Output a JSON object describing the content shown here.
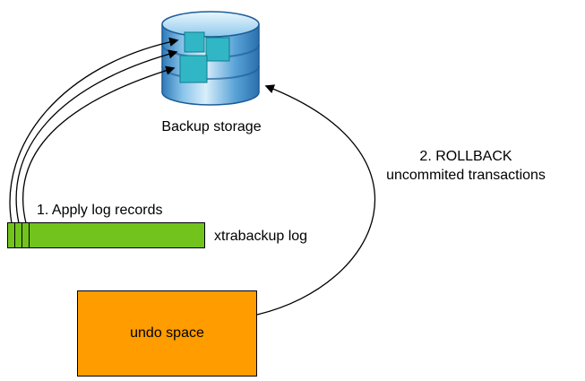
{
  "diagram": {
    "labels": {
      "backup_storage": "Backup storage",
      "rollback_line1": "2. ROLLBACK",
      "rollback_line2": "uncommited transactions",
      "apply_log": "1. Apply log records",
      "xtrabackup_log": "xtrabackup log",
      "undo_space": "undo space"
    },
    "colors": {
      "log_bar": "#72c41c",
      "undo_space": "#ff9c00",
      "cylinder_outline": "#1d5c97",
      "cylinder_top": "#cde9fa",
      "cylinder_body_mid": "#4f9fd9",
      "data_block": "#31b6c6",
      "data_block_border": "#0d7d8c",
      "arrow": "#000000",
      "text": "#000000"
    }
  }
}
